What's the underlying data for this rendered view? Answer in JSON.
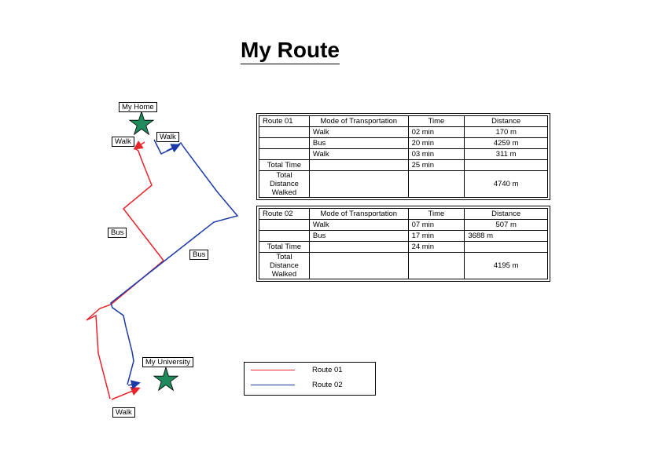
{
  "title": "My Route",
  "labels": {
    "home": "My Home",
    "university": "My University",
    "walk_top_left": "Walk",
    "walk_top_right": "Walk",
    "bus_left": "Bus",
    "bus_right": "Bus",
    "walk_bottom": "Walk"
  },
  "colors": {
    "route01": "#e8232a",
    "route02": "#1a3aa8",
    "star": "#1f8a5b"
  },
  "route01_table": {
    "headers": [
      "Route 01",
      "Mode of Transportation",
      "Time",
      "Distance"
    ],
    "rows": [
      [
        "",
        "Walk",
        "02 min",
        "170 m"
      ],
      [
        "",
        "Bus",
        "20 min",
        "4259 m"
      ],
      [
        "",
        "Walk",
        "03 min",
        "311 m"
      ]
    ],
    "total_time_label": "Total Time",
    "total_time": "25 min",
    "total_distance_label": "Total Distance Walked",
    "total_distance": "4740 m"
  },
  "route02_table": {
    "headers": [
      "Route 02",
      "Mode of Transportation",
      "Time",
      "Distance"
    ],
    "rows": [
      [
        "",
        "Walk",
        "07 min",
        "507 m"
      ],
      [
        "",
        "Bus",
        "17  min",
        "3688 m"
      ]
    ],
    "total_time_label": "Total Time",
    "total_time": "24  min",
    "total_distance_label": "Total Distance Walked",
    "total_distance": "4195 m"
  },
  "legend": {
    "route01": "Route 01",
    "route02": "Route 02"
  }
}
